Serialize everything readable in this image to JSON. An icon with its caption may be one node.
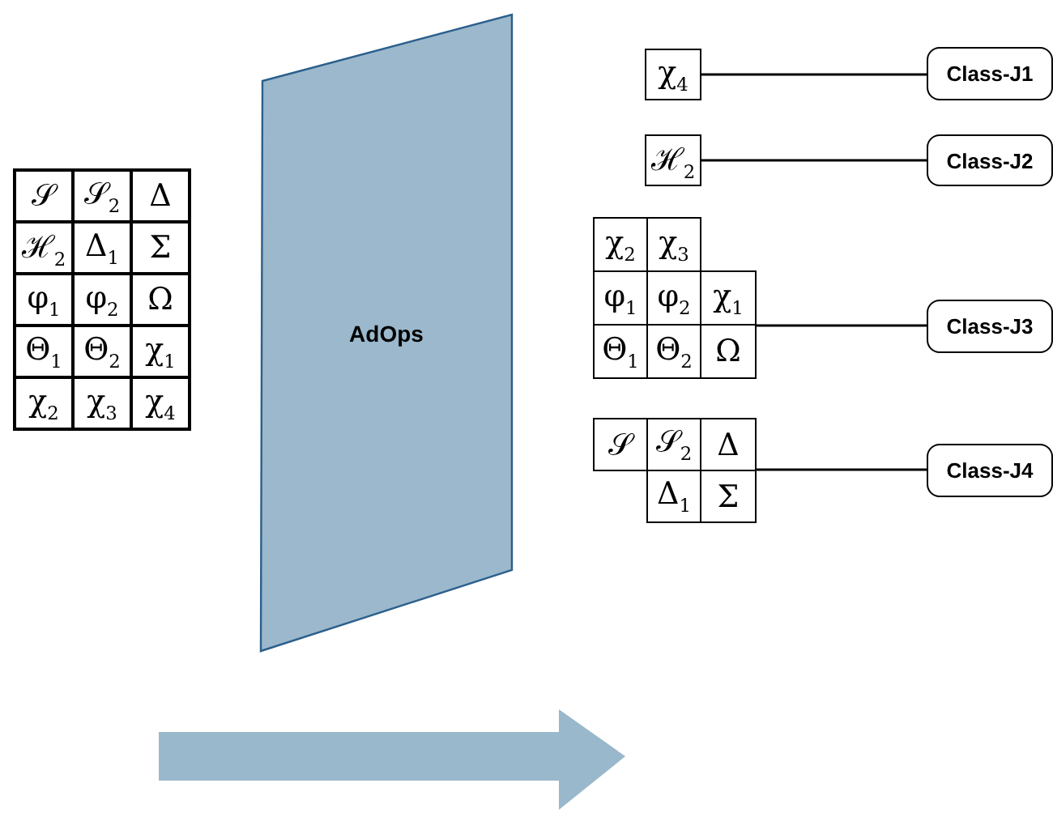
{
  "diagram": {
    "nodes": [
      {
        "text": [
          "AdOps"
        ]
      },
      {
        "text": [
          "χ$_{4}$"
        ]
      },
      {
        "text": [
          "Class-J1"
        ]
      },
      {
        "text": [
          "ℋ$_{2}$"
        ]
      },
      {
        "text": [
          "Class-J2"
        ]
      },
      {
        "text": [],
        "shape": "box"
      },
      {
        "text": [
          "χ$_{2}$"
        ],
        "in": 5
      },
      {
        "text": [
          "χ$_{3}$"
        ],
        "in": 5
      },
      {
        "text": [
          "φ$_{1}$"
        ],
        "in": 5
      },
      {
        "text": [
          "φ$_{2}$"
        ],
        "in": 5
      },
      {
        "text": [
          "χ$_{1}$"
        ],
        "in": 5
      },
      {
        "text": [
          "Θ$_{1}$"
        ],
        "in": 5
      },
      {
        "text": [
          "Θ$_{2}$"
        ],
        "in": 5
      },
      {
        "text": [
          "Ω"
        ],
        "in": 5
      },
      {
        "text": [
          "Class-J3"
        ]
      },
      {
        "text": [],
        "shape": "box"
      },
      {
        "text": [
          "𝒮"
        ],
        "in": 15
      },
      {
        "text": [
          "𝒮$_{2}$"
        ],
        "in": 15
      },
      {
        "text": [
          "Δ"
        ],
        "in": 15
      },
      {
        "text": [
          "Δ$_{1}$"
        ],
        "in": 15
      },
      {
        "text": [
          "Σ"
        ],
        "in": 15
      },
      {
        "text": [
          "Class-J4"
        ]
      }
    ],
    "edges": [
      {
        "from": 1,
        "to": 2,
        "arrow": "none"
      },
      {
        "from": 3,
        "to": 4,
        "arrow": "none"
      },
      {
        "from": 5,
        "to": 14,
        "arrow": "none"
      },
      {
        "from": 15,
        "to": 21,
        "arrow": "none"
      }
    ],
    "labels": [
      "𝒮",
      "𝒮$_{2}$",
      "Δ",
      "ℋ$_{2}$",
      "Δ$_{1}$",
      "Σ",
      "φ$_{1}$",
      "φ$_{2}$",
      "Ω",
      "Θ$_{1}$",
      "Θ$_{2}$",
      "χ$_{1}$",
      "χ$_{2}$",
      "χ$_{3}$",
      "χ$_{4}$"
    ]
  }
}
